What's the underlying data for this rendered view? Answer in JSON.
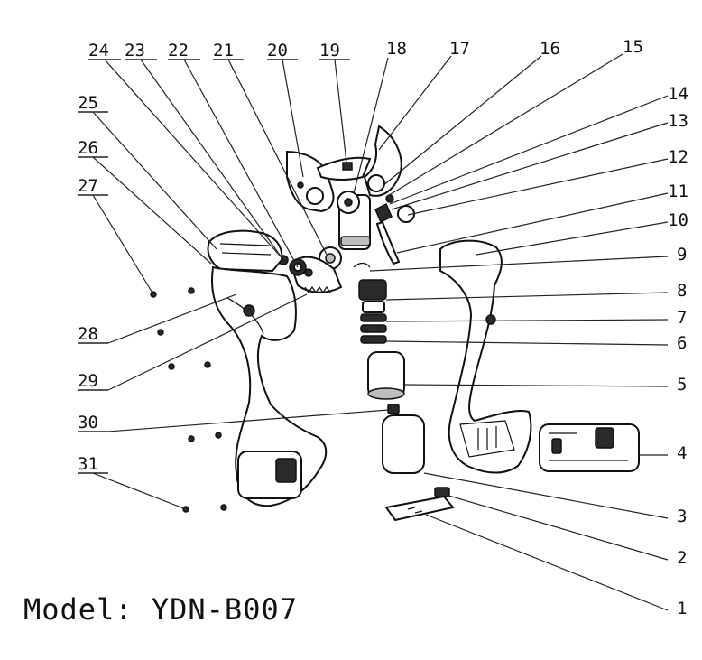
{
  "model": {
    "prefix": "Model:",
    "name": "YDN-B007"
  },
  "callouts": [
    {
      "num": "1"
    },
    {
      "num": "2"
    },
    {
      "num": "3"
    },
    {
      "num": "4"
    },
    {
      "num": "5"
    },
    {
      "num": "6"
    },
    {
      "num": "7"
    },
    {
      "num": "8"
    },
    {
      "num": "9"
    },
    {
      "num": "10"
    },
    {
      "num": "11"
    },
    {
      "num": "12"
    },
    {
      "num": "13"
    },
    {
      "num": "14"
    },
    {
      "num": "15"
    },
    {
      "num": "16"
    },
    {
      "num": "17"
    },
    {
      "num": "18"
    },
    {
      "num": "19"
    },
    {
      "num": "20"
    },
    {
      "num": "21"
    },
    {
      "num": "22"
    },
    {
      "num": "23"
    },
    {
      "num": "24"
    },
    {
      "num": "25"
    },
    {
      "num": "26"
    },
    {
      "num": "27"
    },
    {
      "num": "28"
    },
    {
      "num": "29"
    },
    {
      "num": "30"
    },
    {
      "num": "31"
    }
  ]
}
